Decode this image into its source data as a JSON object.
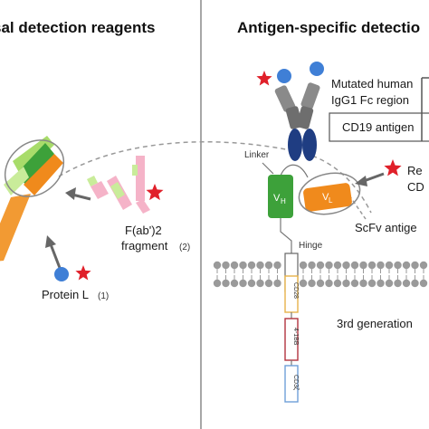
{
  "headers": {
    "left": "sal detection reagents",
    "right": "Antigen-specific detectio"
  },
  "left_panel": {
    "fab2_label_line1": "F(ab')2",
    "fab2_label_line2": "fragment",
    "fab2_ref": "(2)",
    "protein_l_label": "Protein L",
    "protein_l_ref": "(1)"
  },
  "right_panel": {
    "fc_label_line1": "Mutated human",
    "fc_label_line2": "IgG1 Fc region",
    "cd19_label": "CD19 antigen",
    "linker_label": "Linker",
    "vh_label": "V",
    "vh_sub": "H",
    "vl_label": "V",
    "vl_sub": "L",
    "re_label_line1": "Re",
    "re_label_line2": "CD",
    "hinge_label": "Hinge",
    "scfv_label": "ScFv antige",
    "cd28_label": "CD28",
    "d41bb_label": "4-1BB",
    "cd3z_label": "CD3ζ",
    "generation_label": "3rd generation"
  },
  "colors": {
    "star_red": "#e0202a",
    "circle_blue": "#3f7fd6",
    "vh_green": "#3da13a",
    "vl_orange": "#f08a1c",
    "fc_navy": "#1f3d82",
    "stem_gray": "#6e6e6e",
    "cd28_border": "#e7b24a",
    "d41bb_border": "#b2343f",
    "cd3z_border": "#6f9fd8",
    "membrane_gray": "#9a9a9a"
  }
}
